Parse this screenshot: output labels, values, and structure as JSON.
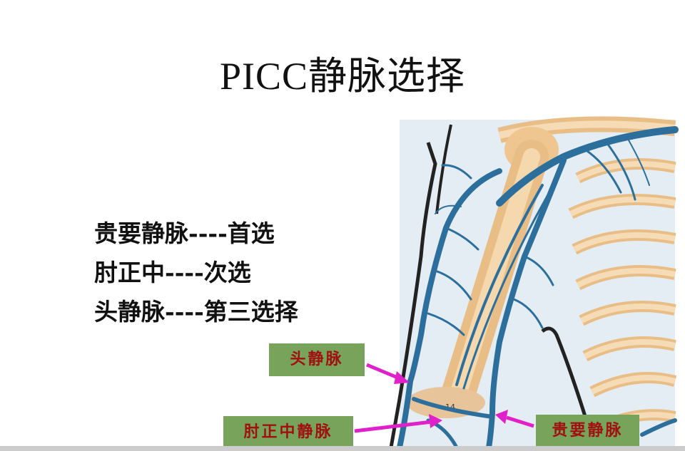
{
  "slide": {
    "title": "PICC静脉选择",
    "list": [
      "贵要静脉----首选",
      "肘正中----次选",
      "头静脉----第三选择"
    ]
  },
  "figure": {
    "labels": {
      "cephalic": "头静脉",
      "median_cubital": "肘正中静脉",
      "basilic": "贵要静脉"
    },
    "small_number": "14"
  },
  "colors": {
    "label_bg": "#77a35b",
    "label_text": "#a01010",
    "arrow": "#e020c8",
    "vein": "#2d6f9c",
    "bone": "#f3cf9d"
  }
}
